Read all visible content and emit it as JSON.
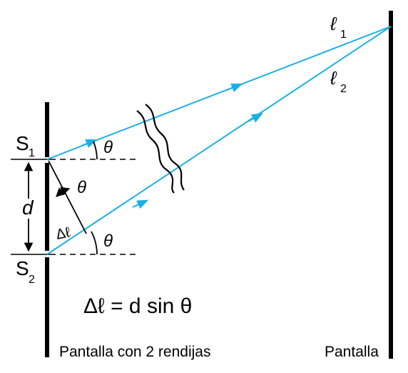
{
  "labels": {
    "l1_sym": "ℓ",
    "l1_sub": "1",
    "l2_sym": "ℓ",
    "l2_sub": "2",
    "s1_main": "S",
    "s1_sub": "1",
    "s2_main": "S",
    "s2_sub": "2",
    "d": "d",
    "theta_top": "θ",
    "theta_mid": "θ",
    "theta_bottom": "θ",
    "delta_l": "Δℓ",
    "formula": "Δℓ = d sin θ"
  },
  "captions": {
    "left_screen": "Pantalla con 2 rendijas",
    "right_screen": "Pantalla"
  },
  "colors": {
    "ray": "#1ab0e6",
    "ink": "#000000",
    "background": "#ffffff"
  }
}
